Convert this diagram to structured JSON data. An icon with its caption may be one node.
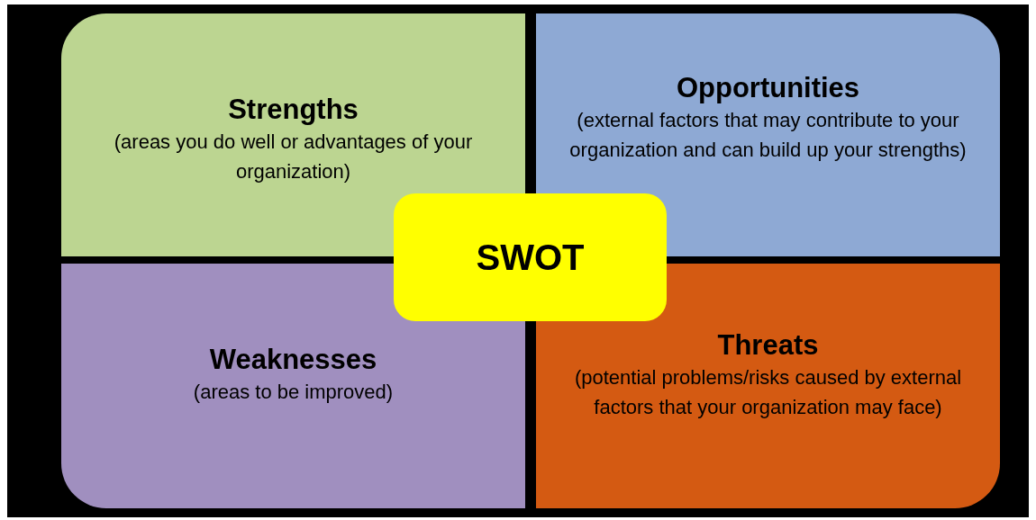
{
  "diagram": {
    "nodes": [
      {
        "text": [
          "Strengths",
          "(areas you do well or advantages of your organization)"
        ]
      },
      {
        "text": [
          "Opportunities",
          "(external factors that may contribute to your organization and can build up your strengths)"
        ]
      },
      {
        "text": [
          "SWOT"
        ]
      },
      {
        "text": [
          "Weaknesses",
          "(areas to be improved)"
        ]
      },
      {
        "text": [
          "Threats",
          "(potential problems/risks caused by external factors that your organization may face)"
        ]
      }
    ]
  }
}
